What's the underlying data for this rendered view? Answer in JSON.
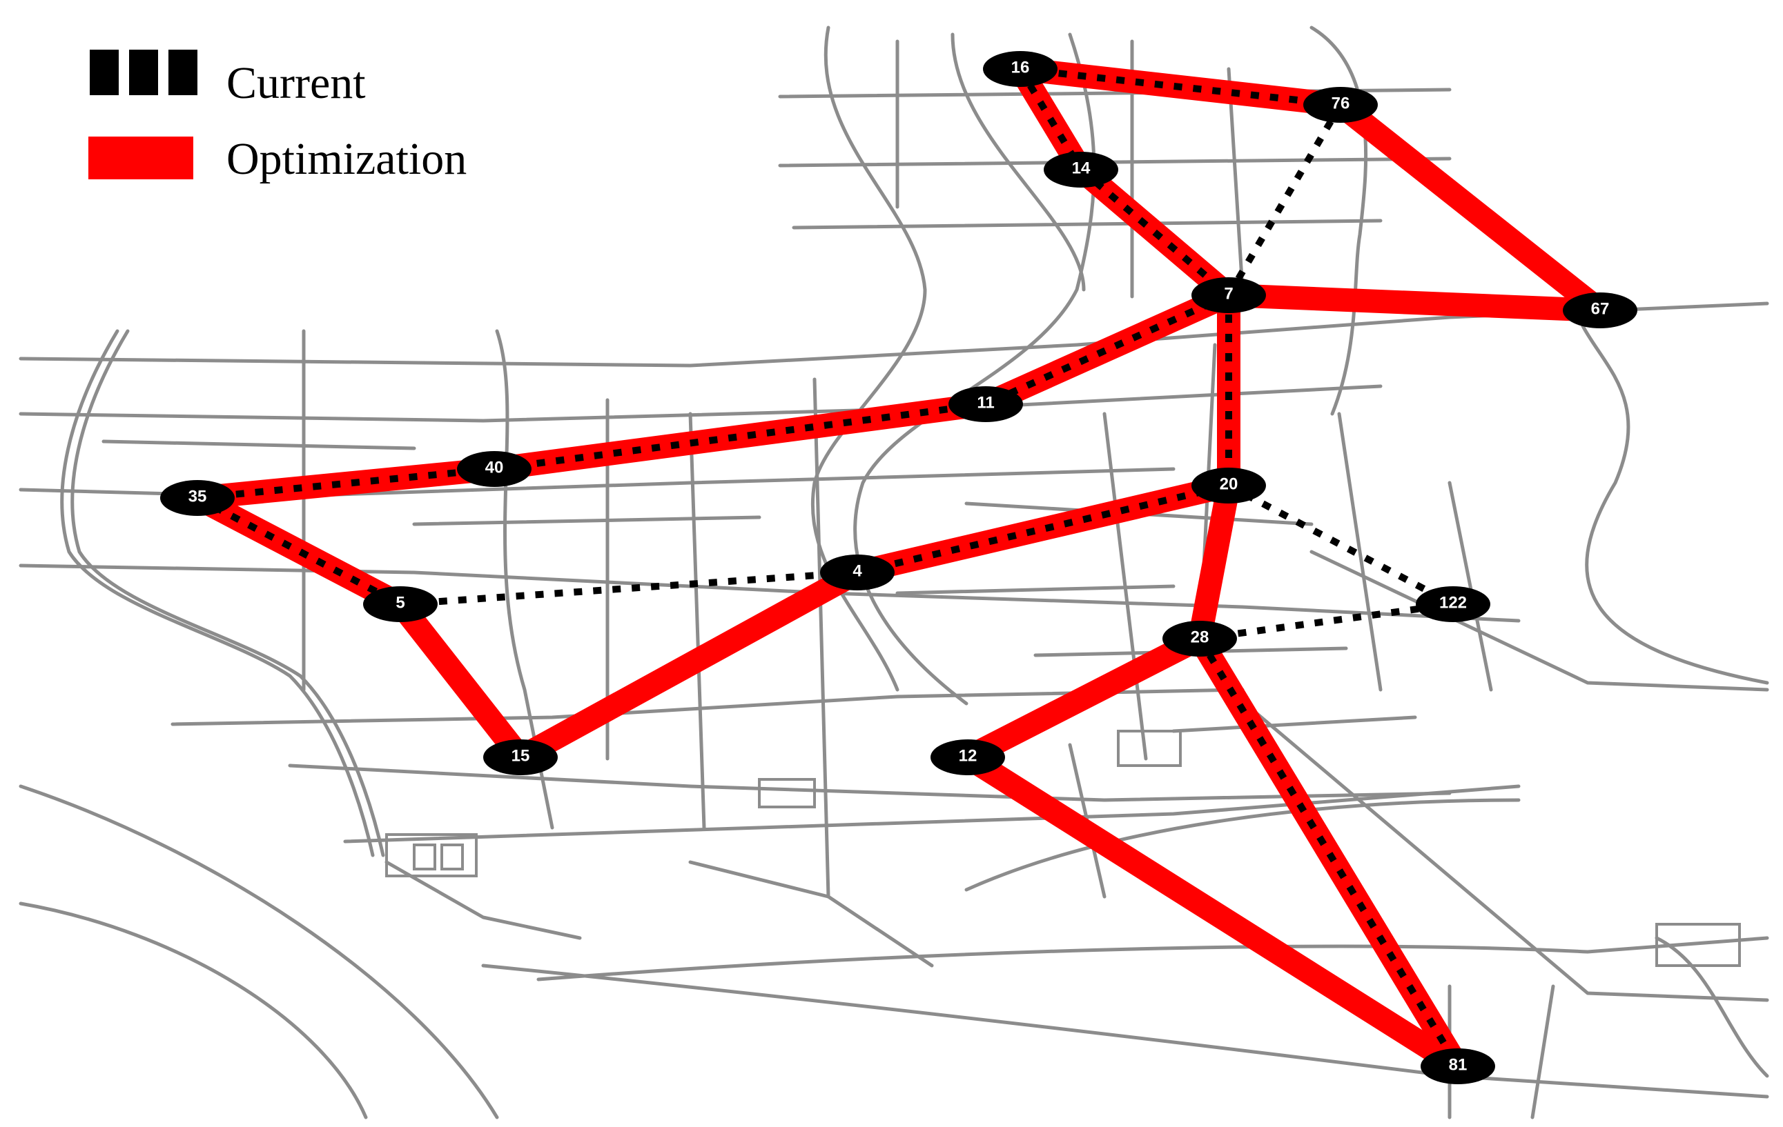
{
  "legend": {
    "current_label": "Current",
    "optimization_label": "Optimization"
  },
  "colors": {
    "optimization": "#ff0000",
    "current": "#000000",
    "road": "#8c8c8c",
    "node": "#000000"
  },
  "nodes": [
    {
      "id": "16",
      "label": "16"
    },
    {
      "id": "76",
      "label": "76"
    },
    {
      "id": "14",
      "label": "14"
    },
    {
      "id": "7",
      "label": "7"
    },
    {
      "id": "67",
      "label": "67"
    },
    {
      "id": "11",
      "label": "11"
    },
    {
      "id": "40",
      "label": "40"
    },
    {
      "id": "35",
      "label": "35"
    },
    {
      "id": "20",
      "label": "20"
    },
    {
      "id": "4",
      "label": "4"
    },
    {
      "id": "5",
      "label": "5"
    },
    {
      "id": "122",
      "label": "122"
    },
    {
      "id": "28",
      "label": "28"
    },
    {
      "id": "15",
      "label": "15"
    },
    {
      "id": "12",
      "label": "12"
    },
    {
      "id": "81",
      "label": "81"
    }
  ],
  "optimization_routes": [
    [
      "16",
      "76"
    ],
    [
      "76",
      "67"
    ],
    [
      "16",
      "14"
    ],
    [
      "14",
      "7"
    ],
    [
      "7",
      "67"
    ],
    [
      "7",
      "11"
    ],
    [
      "11",
      "40"
    ],
    [
      "40",
      "35"
    ],
    [
      "35",
      "5"
    ],
    [
      "5",
      "15"
    ],
    [
      "15",
      "4"
    ],
    [
      "4",
      "20"
    ],
    [
      "7",
      "20"
    ],
    [
      "20",
      "28"
    ],
    [
      "28",
      "12"
    ],
    [
      "12",
      "81"
    ],
    [
      "28",
      "81"
    ]
  ],
  "current_routes": [
    [
      "16",
      "76"
    ],
    [
      "16",
      "14"
    ],
    [
      "14",
      "7"
    ],
    [
      "7",
      "76"
    ],
    [
      "7",
      "11"
    ],
    [
      "11",
      "40"
    ],
    [
      "40",
      "35"
    ],
    [
      "35",
      "5"
    ],
    [
      "5",
      "4"
    ],
    [
      "4",
      "20"
    ],
    [
      "7",
      "20"
    ],
    [
      "20",
      "122"
    ],
    [
      "28",
      "122"
    ],
    [
      "28",
      "81"
    ]
  ]
}
